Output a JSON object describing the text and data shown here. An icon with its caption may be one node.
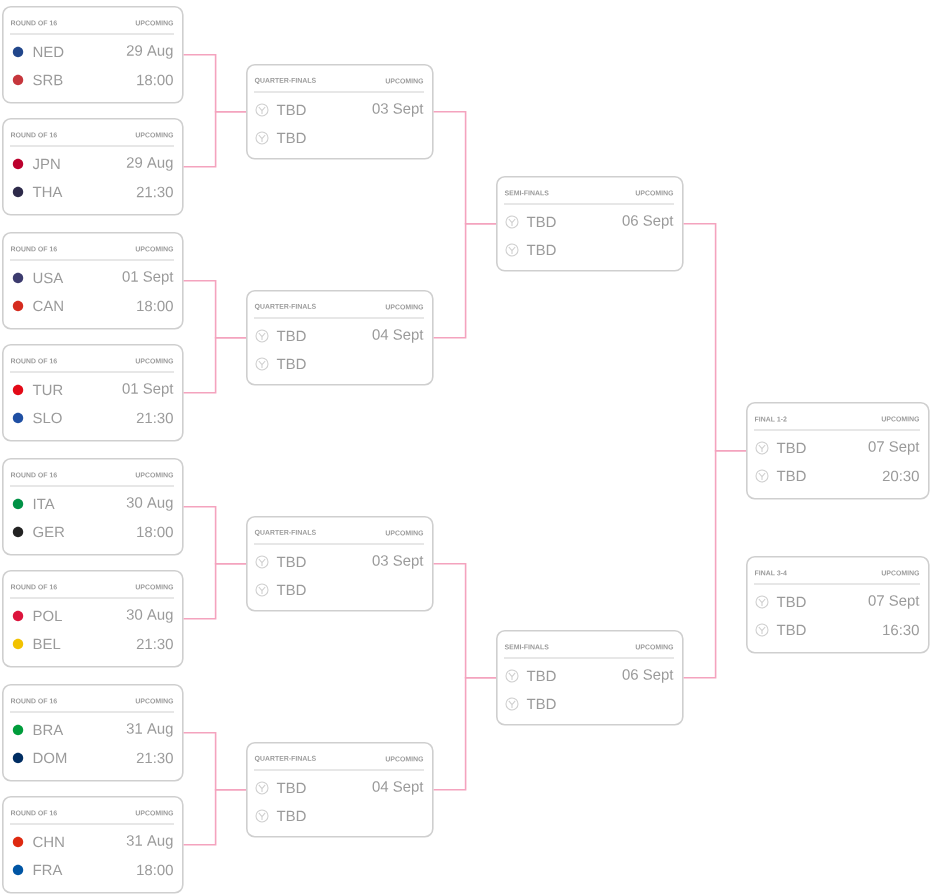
{
  "diagram": {
    "nodes": [
      {
        "text": [
          "ROUND OF 16",
          "UPCOMING",
          "NED",
          "29 Aug",
          "SRB",
          "18:00"
        ]
      },
      {
        "text": [
          "ROUND OF 16",
          "UPCOMING",
          "JPN",
          "29 Aug",
          "THA",
          "21:30"
        ]
      },
      {
        "text": [
          "ROUND OF 16",
          "UPCOMING",
          "USA",
          "01 Sept",
          "CAN",
          "18:00"
        ]
      },
      {
        "text": [
          "ROUND OF 16",
          "UPCOMING",
          "TUR",
          "01 Sept",
          "SLO",
          "21:30"
        ]
      },
      {
        "text": [
          "ROUND OF 16",
          "UPCOMING",
          "ITA",
          "30 Aug",
          "GER",
          "18:00"
        ]
      },
      {
        "text": [
          "ROUND OF 16",
          "UPCOMING",
          "POL",
          "30 Aug",
          "BEL",
          "21:30"
        ]
      },
      {
        "text": [
          "ROUND OF 16",
          "UPCOMING",
          "BRA",
          "31 Aug",
          "DOM",
          "21:30"
        ]
      },
      {
        "text": [
          "ROUND OF 16",
          "UPCOMING",
          "CHN",
          "31 Aug",
          "FRA",
          "18:00"
        ]
      },
      {
        "text": [
          "QUARTER-FINALS",
          "UPCOMING",
          "TBD",
          "03 Sept",
          "TBD"
        ]
      },
      {
        "text": [
          "QUARTER-FINALS",
          "UPCOMING",
          "TBD",
          "04 Sept",
          "TBD"
        ]
      },
      {
        "text": [
          "QUARTER-FINALS",
          "UPCOMING",
          "TBD",
          "03 Sept",
          "TBD"
        ]
      },
      {
        "text": [
          "QUARTER-FINALS",
          "UPCOMING",
          "TBD",
          "04 Sept",
          "TBD"
        ]
      },
      {
        "text": [
          "SEMI-FINALS",
          "UPCOMING",
          "TBD",
          "06 Sept",
          "TBD"
        ]
      },
      {
        "text": [
          "SEMI-FINALS",
          "UPCOMING",
          "TBD",
          "06 Sept",
          "TBD"
        ]
      },
      {
        "text": [
          "FINAL 1-2",
          "UPCOMING",
          "TBD",
          "07 Sept",
          "TBD",
          "20:30"
        ]
      },
      {
        "text": [
          "FINAL 3-4",
          "UPCOMING",
          "TBD",
          "07 Sept",
          "TBD",
          "16:30"
        ]
      }
    ],
    "edges": [
      {
        "from": 0,
        "to": 8,
        "arrow": "none"
      },
      {
        "from": 1,
        "to": 8,
        "arrow": "none"
      },
      {
        "from": 2,
        "to": 9,
        "arrow": "none"
      },
      {
        "from": 3,
        "to": 9,
        "arrow": "none"
      },
      {
        "from": 4,
        "to": 10,
        "arrow": "none"
      },
      {
        "from": 5,
        "to": 10,
        "arrow": "none"
      },
      {
        "from": 6,
        "to": 11,
        "arrow": "none"
      },
      {
        "from": 7,
        "to": 11,
        "arrow": "none"
      },
      {
        "from": 8,
        "to": 12,
        "arrow": "none"
      },
      {
        "from": 9,
        "to": 12,
        "arrow": "none"
      },
      {
        "from": 10,
        "to": 13,
        "arrow": "none"
      },
      {
        "from": 11,
        "to": 13,
        "arrow": "none"
      },
      {
        "from": 12,
        "to": 14,
        "arrow": "none"
      },
      {
        "from": 13,
        "to": 14,
        "arrow": "none"
      }
    ]
  }
}
